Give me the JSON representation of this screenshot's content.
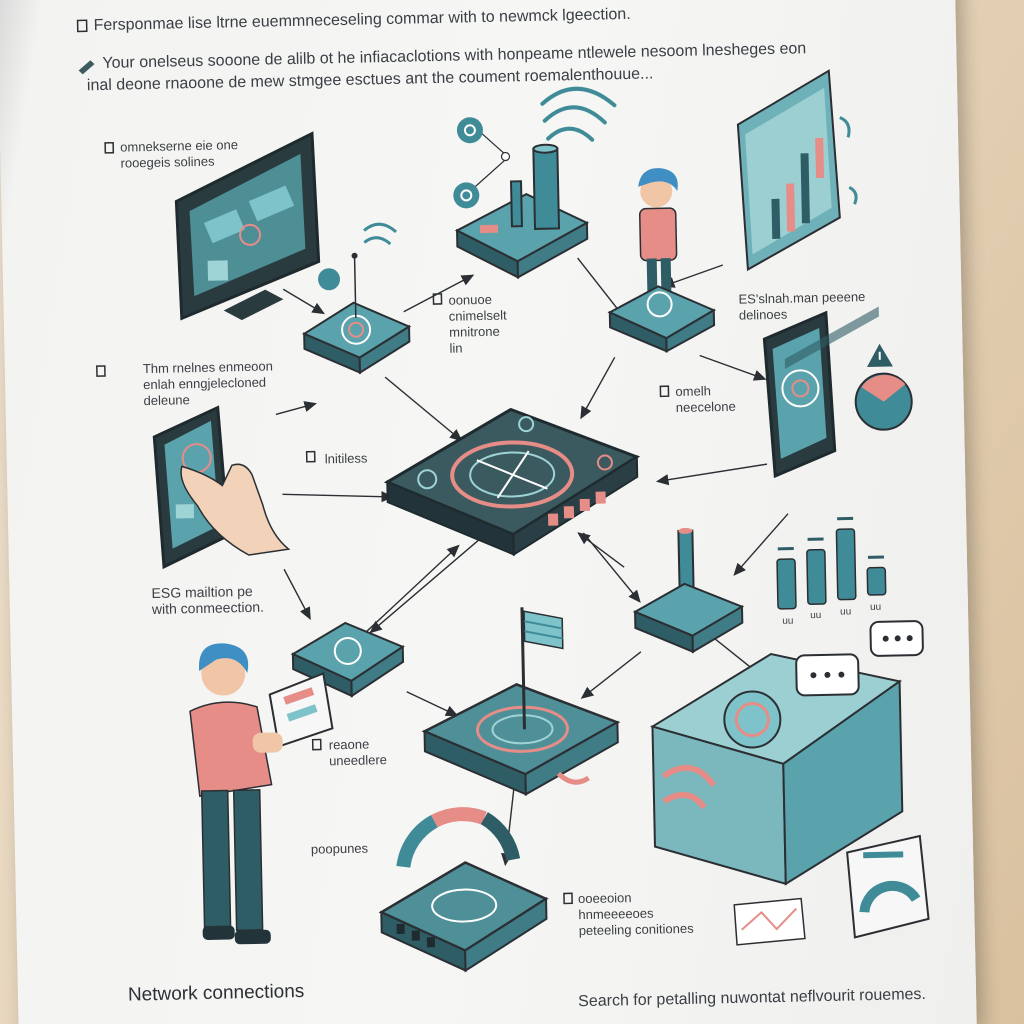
{
  "header": {
    "line1": "Fersponmae lise ltrne euemmneceseling commar with to newmck lgeection.",
    "line2": "Your onelseus sooone de alilb ot he infiacaclotions with honpeame ntlewele nesoom lnesheges eon",
    "line3": "inal deone rnaoone de mew stmgee esctues ant the coument roemalenthouue..."
  },
  "labels": {
    "top_left_note": "omnekserne eie one\nrooegeis solines",
    "node_note": "oonuoe\ncnimelselt\nmnitrone\nlin",
    "person_top_note": "ES'slnah.man peeene\ndelinoes",
    "left_note": "Thm rnelnes enmeoon\nenlah enngjelecloned\ndeleune",
    "wireless_label": "lnitiless",
    "right_mid_note": "omelh\nneecelone",
    "esg_note": "ESG mailtion pe\nwith conmeection.",
    "lower_note": "reaone\nuneedlere",
    "gauge_label": "poopunes",
    "bottom_note": "ooeeoion\nhnmeeeeoes\npeteeling conitiones",
    "bar_labels": [
      "uu",
      "uu",
      "uu",
      "uu"
    ]
  },
  "footer": {
    "title": "Network connections",
    "caption": "Search for petalling nuwontat neflvourit rouemes."
  },
  "chart_bars": [
    0.62,
    0.68,
    0.88,
    0.34
  ],
  "colors": {
    "teal_dark": "#2f5d66",
    "teal": "#3f8c98",
    "teal_light": "#7ec3c9",
    "coral": "#e58d86",
    "line": "#2b2f33"
  },
  "icons": [
    "monitor-icon",
    "router-icon",
    "tablet-icon",
    "hand-icon",
    "person-icon",
    "wifi-icon",
    "phone-icon",
    "antenna-icon",
    "flag-icon",
    "gauge-icon",
    "chat-bubble-icon",
    "warning-icon",
    "bar-chart-icon",
    "box-icon"
  ]
}
